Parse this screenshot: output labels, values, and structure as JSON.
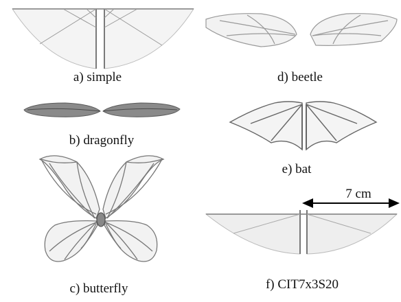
{
  "captions": {
    "a": "a) simple",
    "b": "b) dragonfly",
    "c": "c) butterfly",
    "d": "d) beetle",
    "e": "e) bat",
    "f": "f) CIT7x3S20"
  },
  "scale_bar": {
    "label": "7 cm"
  },
  "colors": {
    "wing_fill": "#f3f3f3",
    "wing_edge": "#9a9a9a",
    "vein": "#8c8c8c",
    "dark_wing": "#8a8a8a",
    "arrow": "#000000"
  }
}
